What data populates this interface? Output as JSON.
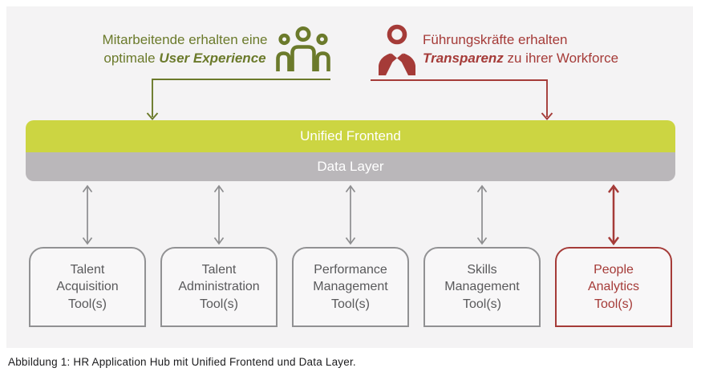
{
  "annotations": {
    "employees": {
      "line1": "Mitarbeitende erhalten eine",
      "line2_prefix": "optimale ",
      "line2_emphasis": "User Experience",
      "icon": "people-group-icon",
      "color": "#6b7a2b"
    },
    "leaders": {
      "line1": "Führungskräfte erhalten",
      "line2_emphasis": "Transparenz",
      "line2_suffix": " zu ihrer Workforce",
      "icon": "manager-person-icon",
      "color": "#a53b38"
    }
  },
  "layers": {
    "unified_frontend": {
      "label": "Unified Frontend",
      "color": "#ccd542"
    },
    "data_layer": {
      "label": "Data Layer",
      "color": "#bab7ba"
    }
  },
  "tools": [
    {
      "label": "Talent\nAcquisition\nTool(s)",
      "accent": false
    },
    {
      "label": "Talent\nAdministration\nTool(s)",
      "accent": false
    },
    {
      "label": "Performance\nManagement\nTool(s)",
      "accent": false
    },
    {
      "label": "Skills\nManagement\nTool(s)",
      "accent": false
    },
    {
      "label": "People\nAnalytics\nTool(s)",
      "accent": true,
      "accent_color": "#a53b38"
    }
  ],
  "caption": "Abbildung 1: HR Application Hub mit Unified Frontend und Data Layer."
}
